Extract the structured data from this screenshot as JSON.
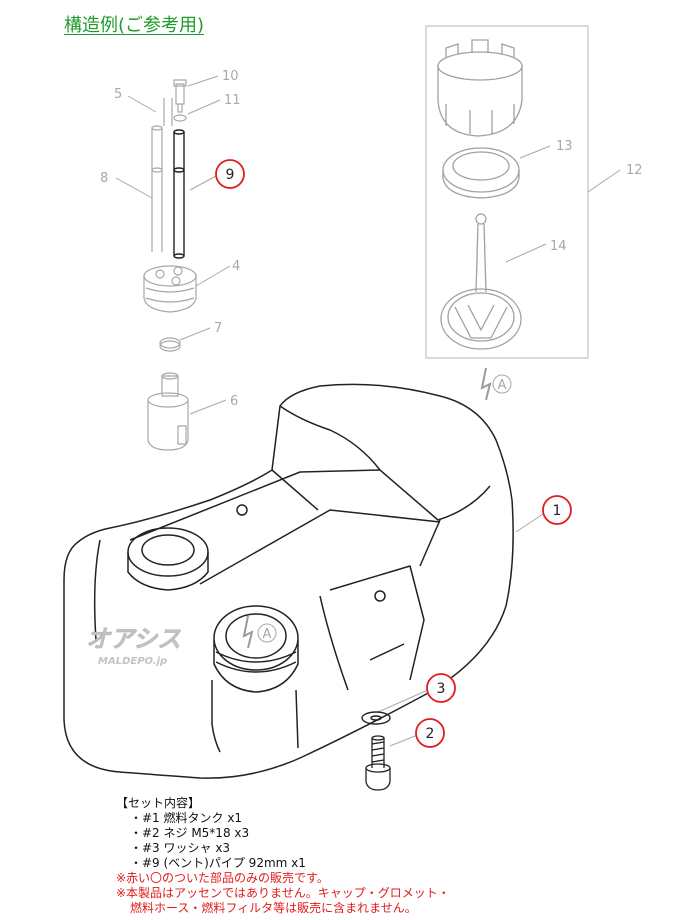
{
  "heading": "構造例(ご参考用)",
  "part_labels": {
    "p1": "1",
    "p2": "2",
    "p3": "3",
    "p4": "4",
    "p5": "5",
    "p6": "6",
    "p7": "7",
    "p8": "8",
    "p9": "9",
    "p10": "10",
    "p11": "11",
    "p12": "12",
    "p13": "13",
    "p14": "14"
  },
  "view_marker": "A",
  "watermark": {
    "logo_text": "オアシス",
    "site": "MALDEPO.jp"
  },
  "set_contents": {
    "title": "【セット内容】",
    "items": [
      "・#1 燃料タンク x1",
      "・#2 ネジ M5*18 x3",
      "・#3 ワッシャ x3",
      "・#9 (ベント)パイプ 92mm x1"
    ]
  },
  "notes": [
    "※赤い〇のついた部品のみの販売です。",
    "※本製品はアッセンではありません。キャップ・グロメット・",
    "燃料ホース・燃料フィルタ等は販売に含まれません。"
  ],
  "colors": {
    "heading": "#1f9a2b",
    "highlight_circle": "#e31b1b",
    "note_text": "#e31b1b",
    "leader_gray": "#a8a8a8"
  }
}
